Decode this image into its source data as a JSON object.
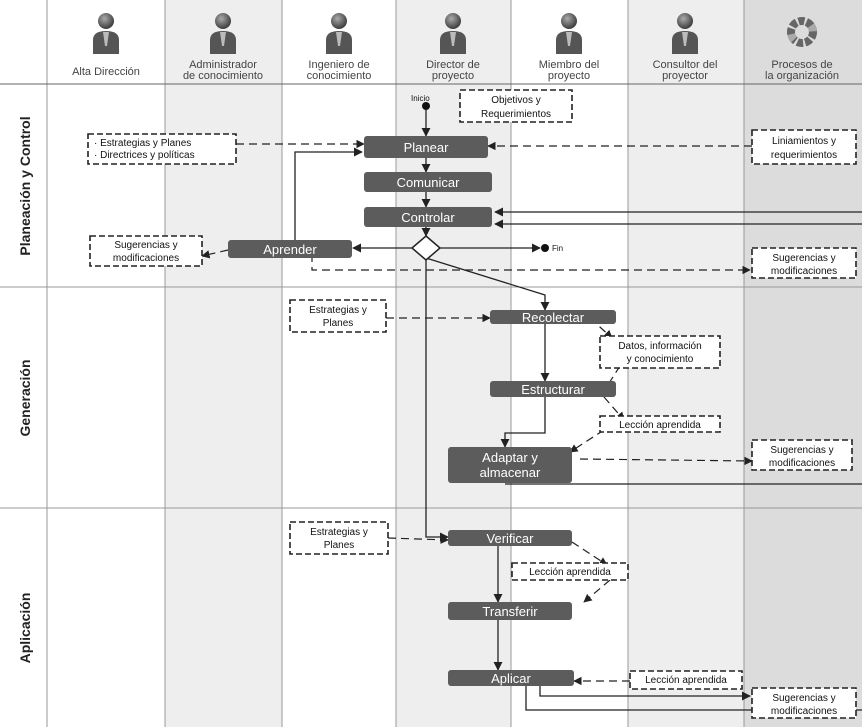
{
  "lanes": [
    {
      "label": "Alta Dirección"
    },
    {
      "label": "Administrador de conocimiento"
    },
    {
      "label": "Ingeniero de conocimiento"
    },
    {
      "label": "Director de proyecto"
    },
    {
      "label": "Miembro del proyecto"
    },
    {
      "label": "Consultor del proyector"
    },
    {
      "label": "Procesos de la organización"
    }
  ],
  "phases": [
    {
      "label": "Planeación y Control"
    },
    {
      "label": "Generación"
    },
    {
      "label": "Aplicación"
    }
  ],
  "activities": {
    "planear": "Planear",
    "comunicar": "Comunicar",
    "controlar": "Controlar",
    "aprender": "Aprender",
    "recolectar": "Recolectar",
    "estructurar": "Estructurar",
    "adaptar": "Adaptar y almacenar",
    "verificar": "Verificar",
    "transferir": "Transferir",
    "aplicar": "Aplicar"
  },
  "markers": {
    "inicio": "Inicio",
    "fin": "Fin"
  },
  "notes": {
    "objetivos": "Objetivos y Requerimientos",
    "estrategias_planes_1": "· Estrategias y Planes",
    "directrices": "· Directrices y políticas",
    "lineamientos": "Liniamientos y requerimientos",
    "sugerencias": "Sugerencias y modificaciones",
    "estrategias_planes_2": "Estrategias y Planes",
    "datos": "Datos, información y conocimiento",
    "leccion": "Lección aprendida"
  },
  "colors": {
    "activity": "#5c5c5c",
    "lane_shade": "#e6e6e6",
    "line": "#222222",
    "header_line": "#888888"
  }
}
